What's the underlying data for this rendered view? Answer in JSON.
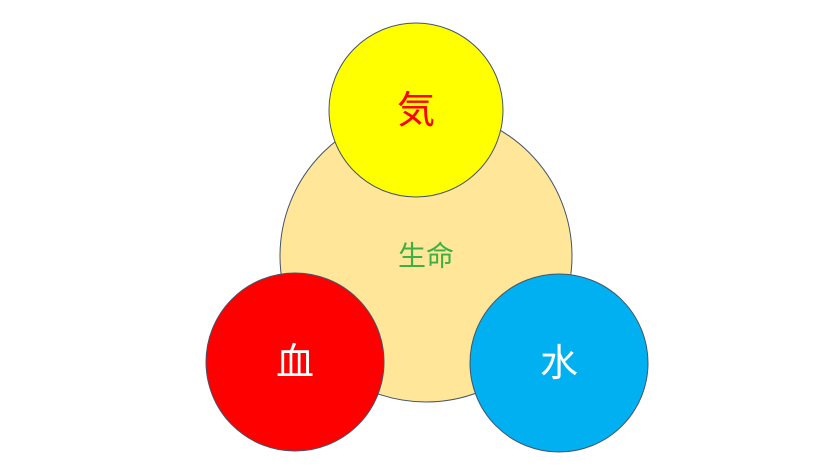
{
  "diagram": {
    "center": {
      "label": "生命",
      "fill": "#FFE699",
      "text_color": "#3CB043"
    },
    "nodes": [
      {
        "id": "ki",
        "label": "気",
        "fill": "#FFFF00",
        "text_color": "#FF0000"
      },
      {
        "id": "ketsu",
        "label": "血",
        "fill": "#FF0000",
        "text_color": "#FFFFFF"
      },
      {
        "id": "sui",
        "label": "水",
        "fill": "#00B0F0",
        "text_color": "#FFFFFF"
      }
    ],
    "outline_color": "#44546A"
  }
}
